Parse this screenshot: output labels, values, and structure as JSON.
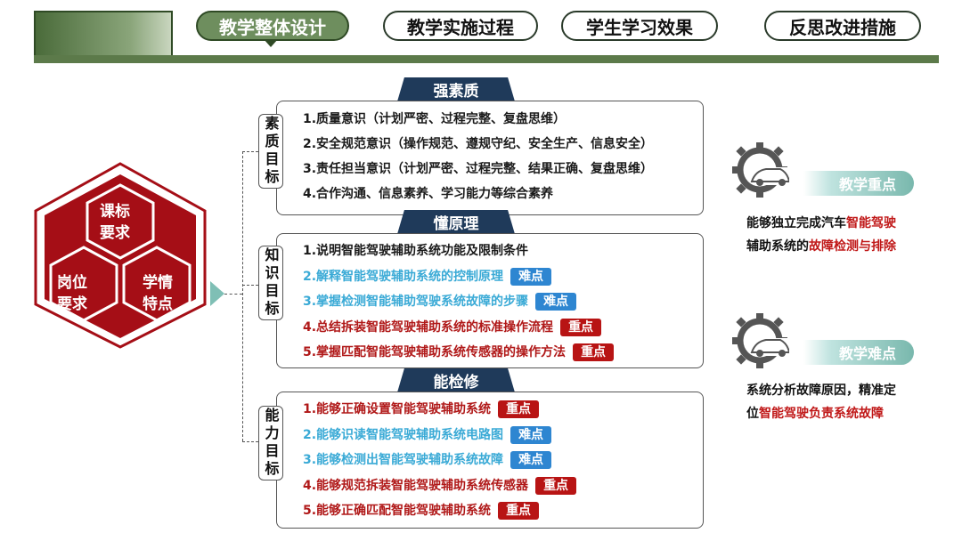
{
  "header": {
    "tabs": [
      {
        "label": "教学整体设计",
        "active": true
      },
      {
        "label": "教学实施过程",
        "active": false
      },
      {
        "label": "学生学习效果",
        "active": false
      },
      {
        "label": "反思改进措施",
        "active": false
      }
    ]
  },
  "hexagon": {
    "top": "课标\n要求",
    "left": "岗位\n要求",
    "right": "学情\n特点"
  },
  "sections": [
    {
      "tab": "强素质",
      "label": "素质目标",
      "items": [
        {
          "text": "1.质量意识（计划严密、过程完整、复盘思维）",
          "color": "black",
          "badge": null
        },
        {
          "text": "2.安全规范意识（操作规范、遵规守纪、安全生产、信息安全）",
          "color": "black",
          "badge": null
        },
        {
          "text": "3.责任担当意识（计划严密、过程完整、结果正确、复盘思维）",
          "color": "black",
          "badge": null
        },
        {
          "text": "4.合作沟通、信息素养、学习能力等综合素养",
          "color": "black",
          "badge": null
        }
      ]
    },
    {
      "tab": "懂原理",
      "label": "知识目标",
      "items": [
        {
          "text": "1.说明智能驾驶辅助系统功能及限制条件",
          "color": "black",
          "badge": null
        },
        {
          "text": "2.解释智能驾驶辅助系统的控制原理",
          "color": "blue",
          "badge": "难点"
        },
        {
          "text": "3.掌握检测智能辅助驾驶系统故障的步骤",
          "color": "blue",
          "badge": "难点"
        },
        {
          "text": "4.总结拆装智能驾驶辅助系统的标准操作流程",
          "color": "red",
          "badge": "重点"
        },
        {
          "text": "5.掌握匹配智能驾驶辅助系统传感器的操作方法",
          "color": "red",
          "badge": "重点"
        }
      ]
    },
    {
      "tab": "能检修",
      "label": "能力目标",
      "items": [
        {
          "text": "1.能够正确设置智能驾驶辅助系统",
          "color": "red",
          "badge": "重点"
        },
        {
          "text": "2.能够识读智能驾驶辅助系统电路图",
          "color": "blue",
          "badge": "难点"
        },
        {
          "text": "3.能够检测出智能驾驶辅助系统故障",
          "color": "blue",
          "badge": "难点"
        },
        {
          "text": "4.能够规范拆装智能驾驶辅助系统传感器",
          "color": "red",
          "badge": "重点"
        },
        {
          "text": "5.能够正确匹配智能驾驶辅助系统",
          "color": "red",
          "badge": "重点"
        }
      ]
    }
  ],
  "right": {
    "key": {
      "pill": "教学重点",
      "line1_a": "能够独立完成汽车",
      "line1_b": "智能驾驶",
      "line2_a": "辅助系统的",
      "line2_b": "故障检测与排除"
    },
    "difficult": {
      "pill": "教学难点",
      "line1": "系统分析故障原因，精准定",
      "line2_a": "位",
      "line2_b": "智能驾驶负责系统故障"
    }
  },
  "colors": {
    "header_green": "#6e8e5e",
    "section_tab": "#1f3a5a",
    "hex_red": "#a50e16",
    "emphasis_red": "#b01818",
    "difficulty_blue": "#2e86d1",
    "teal": "#79b8ad"
  }
}
